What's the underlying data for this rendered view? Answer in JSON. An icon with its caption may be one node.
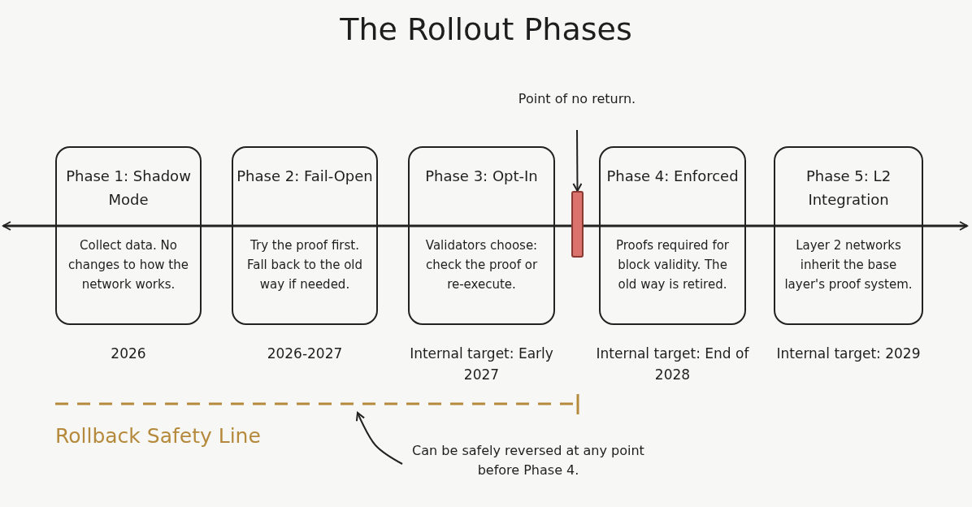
{
  "diagram": {
    "title": "The Rollout Phases",
    "nodes": [
      {
        "text": [
          "Phase 1: Shadow Mode",
          "Collect data. No changes to how the network works."
        ],
        "beside": [
          "2026"
        ]
      },
      {
        "text": [
          "Phase 2: Fail-Open",
          "Try the proof first. Fall back to the old way if needed."
        ],
        "beside": [
          "2026-2027"
        ]
      },
      {
        "text": [
          "Phase 3: Opt-In",
          "Validators choose: check the proof or re-execute."
        ],
        "beside": [
          "Internal target: Early 2027"
        ]
      },
      {
        "text": [
          "Phase 4: Enforced",
          "Proofs required for block validity. The old way is retired."
        ],
        "beside": [
          "Internal target: End of 2028"
        ]
      },
      {
        "text": [
          "Phase 5: L2 Integration",
          "Layer 2 networks inherit the base layer's proof system."
        ],
        "beside": [
          "Internal target: 2029"
        ]
      },
      {
        "text": [
          "Point of no return."
        ]
      },
      {
        "text": [],
        "shape": "bar"
      },
      {
        "text": [
          "Can be safely reversed at any point before Phase 4."
        ]
      }
    ],
    "edges": [
      {
        "from": 5,
        "to": 6,
        "arrow": "to"
      },
      {
        "from": 7,
        "to": null,
        "arrow": "to"
      }
    ],
    "labels": [
      "Rollback Safety Line"
    ]
  }
}
